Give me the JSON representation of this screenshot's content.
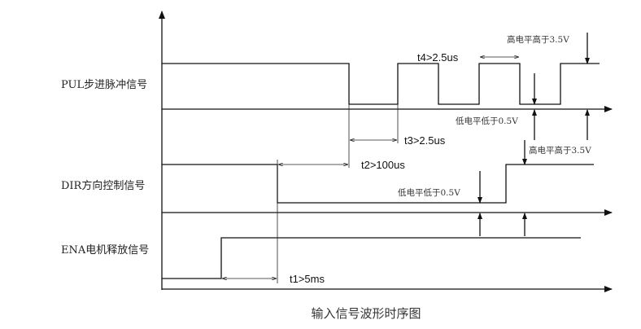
{
  "signals": {
    "pul": "PUL步进脉冲信号",
    "dir": "DIR方向控制信号",
    "ena": "ENA电机释放信号"
  },
  "timings": {
    "t1": "t1>5ms",
    "t2": "t2>100us",
    "t3": "t3>2.5us",
    "t4": "t4>2.5us"
  },
  "annotations": {
    "pul_high": "高电平高于3.5V",
    "pul_low": "低电平低于0.5V",
    "dir_high": "高电平高于3.5V",
    "dir_low": "低电平低于0.5V"
  },
  "caption": "输入信号波形时序图"
}
